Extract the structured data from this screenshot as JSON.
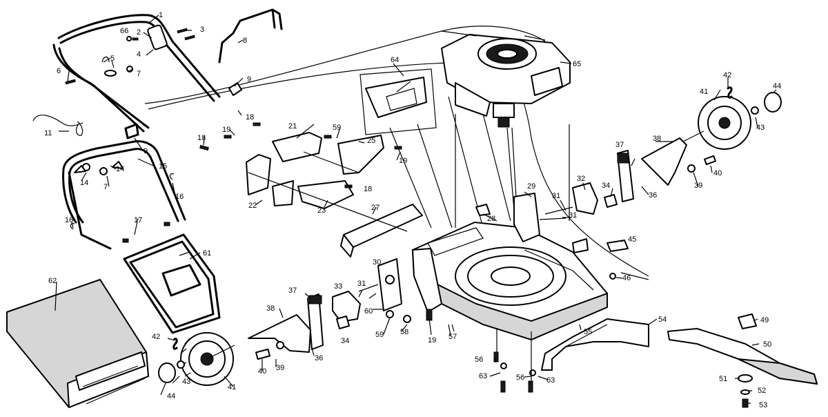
{
  "callouts": [
    {
      "id": "c1",
      "text": "1"
    },
    {
      "id": "c2",
      "text": "2"
    },
    {
      "id": "c3",
      "text": "3"
    },
    {
      "id": "c4",
      "text": "4"
    },
    {
      "id": "c5",
      "text": "5"
    },
    {
      "id": "c6",
      "text": "6"
    },
    {
      "id": "c7a",
      "text": "7"
    },
    {
      "id": "c7b",
      "text": "7"
    },
    {
      "id": "c8",
      "text": "8"
    },
    {
      "id": "c9a",
      "text": "9"
    },
    {
      "id": "c9b",
      "text": "9"
    },
    {
      "id": "c11",
      "text": "11"
    },
    {
      "id": "c14a",
      "text": "14"
    },
    {
      "id": "c14b",
      "text": "14"
    },
    {
      "id": "c15",
      "text": "15"
    },
    {
      "id": "c16a",
      "text": "16"
    },
    {
      "id": "c16b",
      "text": "16"
    },
    {
      "id": "c17",
      "text": "17"
    },
    {
      "id": "c18a",
      "text": "18"
    },
    {
      "id": "c18b",
      "text": "18"
    },
    {
      "id": "c18c",
      "text": "18"
    },
    {
      "id": "c19a",
      "text": "19"
    },
    {
      "id": "c19b",
      "text": "19"
    },
    {
      "id": "c19c",
      "text": "19"
    },
    {
      "id": "c21",
      "text": "21"
    },
    {
      "id": "c22",
      "text": "22"
    },
    {
      "id": "c23",
      "text": "23"
    },
    {
      "id": "c25",
      "text": "25"
    },
    {
      "id": "c27",
      "text": "27"
    },
    {
      "id": "c28",
      "text": "28"
    },
    {
      "id": "c29",
      "text": "29"
    },
    {
      "id": "c30",
      "text": "30"
    },
    {
      "id": "c31a",
      "text": "31"
    },
    {
      "id": "c31b",
      "text": "31"
    },
    {
      "id": "c31c",
      "text": "31"
    },
    {
      "id": "c32",
      "text": "32"
    },
    {
      "id": "c33",
      "text": "33"
    },
    {
      "id": "c34a",
      "text": "34"
    },
    {
      "id": "c34b",
      "text": "34"
    },
    {
      "id": "c36a",
      "text": "36"
    },
    {
      "id": "c36b",
      "text": "36"
    },
    {
      "id": "c37a",
      "text": "37"
    },
    {
      "id": "c37b",
      "text": "37"
    },
    {
      "id": "c38a",
      "text": "38"
    },
    {
      "id": "c38b",
      "text": "38"
    },
    {
      "id": "c39a",
      "text": "39"
    },
    {
      "id": "c39b",
      "text": "39"
    },
    {
      "id": "c40a",
      "text": "40"
    },
    {
      "id": "c40b",
      "text": "40"
    },
    {
      "id": "c41a",
      "text": "41"
    },
    {
      "id": "c41b",
      "text": "41"
    },
    {
      "id": "c42a",
      "text": "42"
    },
    {
      "id": "c42b",
      "text": "42"
    },
    {
      "id": "c43a",
      "text": "43"
    },
    {
      "id": "c43b",
      "text": "43"
    },
    {
      "id": "c44a",
      "text": "44"
    },
    {
      "id": "c44b",
      "text": "44"
    },
    {
      "id": "c45",
      "text": "45"
    },
    {
      "id": "c46",
      "text": "46"
    },
    {
      "id": "c49",
      "text": "49"
    },
    {
      "id": "c50",
      "text": "50"
    },
    {
      "id": "c51",
      "text": "51"
    },
    {
      "id": "c52",
      "text": "52"
    },
    {
      "id": "c53",
      "text": "53"
    },
    {
      "id": "c54",
      "text": "54"
    },
    {
      "id": "c55",
      "text": "55"
    },
    {
      "id": "c56a",
      "text": "56"
    },
    {
      "id": "c56b",
      "text": "56"
    },
    {
      "id": "c57",
      "text": "57"
    },
    {
      "id": "c58",
      "text": "58"
    },
    {
      "id": "c59a",
      "text": "59"
    },
    {
      "id": "c59b",
      "text": "59"
    },
    {
      "id": "c60",
      "text": "60"
    },
    {
      "id": "c61",
      "text": "61"
    },
    {
      "id": "c62",
      "text": "62"
    },
    {
      "id": "c63a",
      "text": "63"
    },
    {
      "id": "c63b",
      "text": "63"
    },
    {
      "id": "c64",
      "text": "64"
    },
    {
      "id": "c65",
      "text": "65"
    },
    {
      "id": "c66",
      "text": "66"
    }
  ]
}
